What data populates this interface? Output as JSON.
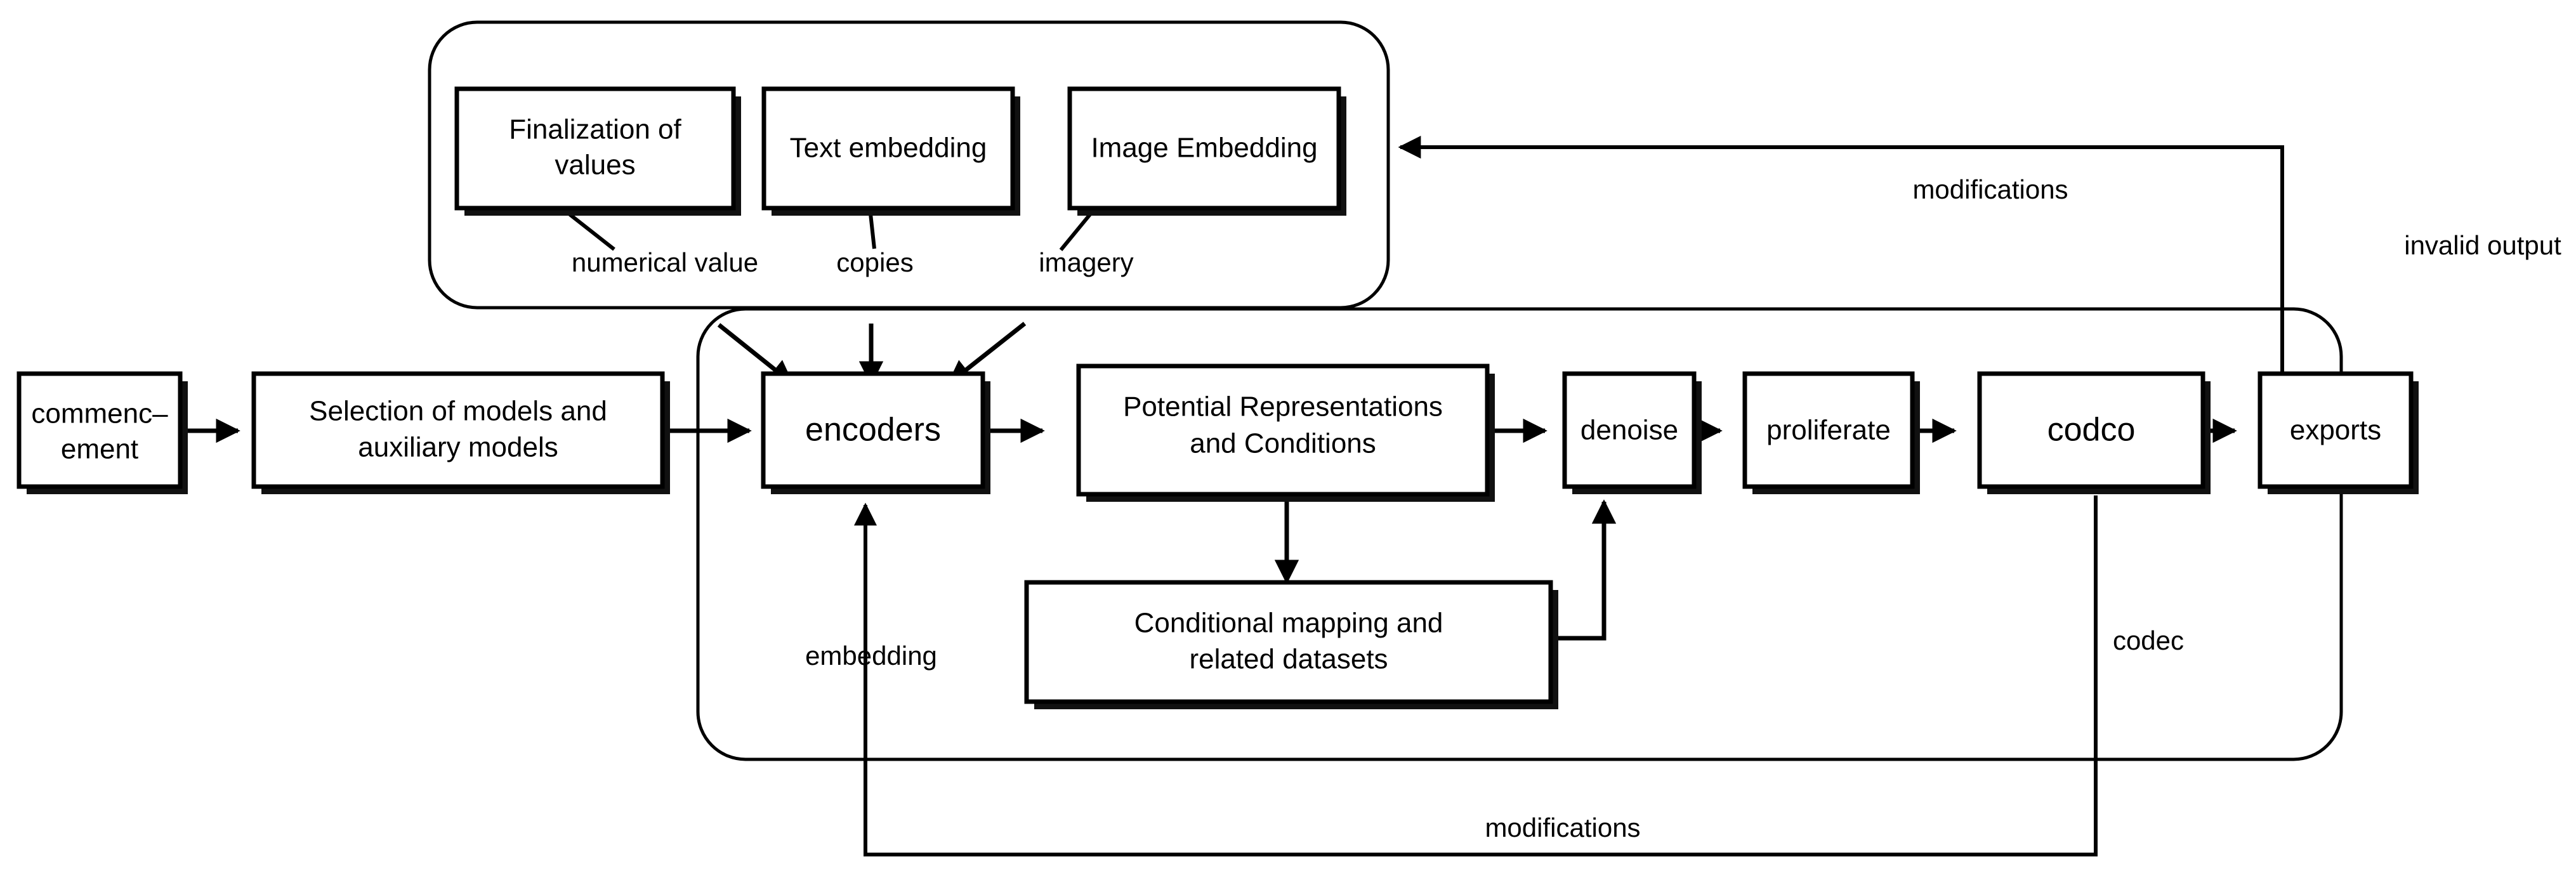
{
  "diagram": {
    "title": "Generative model pipeline flowchart",
    "background_color": "#ffffff",
    "stroke_color": "#000000",
    "groups": [
      {
        "id": "conditioning-group",
        "label": ""
      },
      {
        "id": "pipeline-group",
        "label": ""
      }
    ],
    "nodes": [
      {
        "id": "commencement",
        "label_line1": "commenc–",
        "label_line2": "ement"
      },
      {
        "id": "model-selection",
        "label_line1": "Selection of models and",
        "label_line2": "auxiliary models"
      },
      {
        "id": "finalization",
        "label_line1": "Finalization of",
        "label_line2": "values"
      },
      {
        "id": "text-embedding",
        "label_line1": "Text embedding",
        "label_line2": ""
      },
      {
        "id": "image-embedding",
        "label_line1": "Image Embedding",
        "label_line2": ""
      },
      {
        "id": "encoders",
        "label_line1": "encoders",
        "label_line2": ""
      },
      {
        "id": "latent",
        "label_line1": "Potential Representations",
        "label_line2": "and Conditions"
      },
      {
        "id": "denoise",
        "label_line1": "denoise",
        "label_line2": ""
      },
      {
        "id": "proliferate",
        "label_line1": "proliferate",
        "label_line2": ""
      },
      {
        "id": "codco",
        "label_line1": "codco",
        "label_line2": ""
      },
      {
        "id": "exports",
        "label_line1": "exports",
        "label_line2": ""
      },
      {
        "id": "conditional-mapping",
        "label_line1": "Conditional mapping and",
        "label_line2": "related datasets"
      }
    ],
    "edge_labels": [
      {
        "id": "numerical-value",
        "text": "numerical value"
      },
      {
        "id": "copies",
        "text": "copies"
      },
      {
        "id": "imagery",
        "text": "imagery"
      },
      {
        "id": "modifications-top",
        "text": "modifications"
      },
      {
        "id": "invalid-output",
        "text": "invalid output"
      },
      {
        "id": "codec",
        "text": "codec"
      },
      {
        "id": "embedding",
        "text": "embedding"
      },
      {
        "id": "modifications-bottom",
        "text": "modifications"
      }
    ]
  }
}
